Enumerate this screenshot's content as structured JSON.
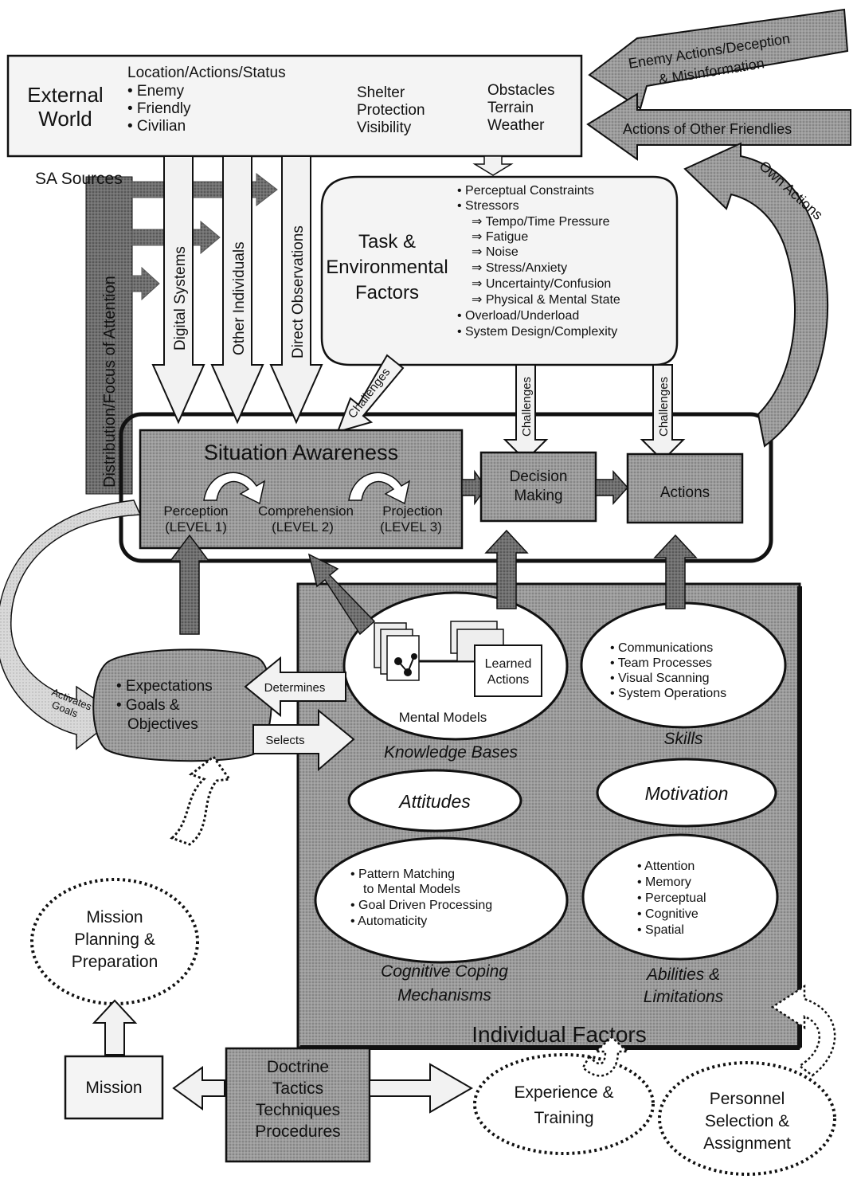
{
  "external_world": {
    "title_line1": "External",
    "title_line2": "World",
    "location_heading": "Location/Actions/Status",
    "location_items": [
      "• Enemy",
      "• Friendly",
      "• Civilian"
    ],
    "middle_items": [
      "Shelter",
      "Protection",
      "Visibility"
    ],
    "right_items": [
      "Obstacles",
      "Terrain",
      "Weather"
    ]
  },
  "sa_sources_label": "SA Sources",
  "distribution_label": "Distribution/Focus of Attention",
  "source_arrows": [
    "Digital Systems",
    "Other Individuals",
    "Direct Observations"
  ],
  "top_right_arrows": {
    "enemy_line1": "Enemy Actions/Deception",
    "enemy_line2": "& Misinformation",
    "friendlies": "Actions of Other Friendlies",
    "own": "Own Actions"
  },
  "task_env": {
    "title_lines": [
      "Task &",
      "Environmental",
      "Factors"
    ],
    "items": [
      "• Perceptual Constraints",
      "• Stressors",
      "⇒ Tempo/Time Pressure",
      "⇒ Fatigue",
      "⇒ Noise",
      "⇒ Stress/Anxiety",
      "⇒ Uncertainty/Confusion",
      "⇒ Physical & Mental State",
      "• Overload/Underload",
      "• System Design/Complexity"
    ]
  },
  "challenges_label": "Challenges",
  "situation_awareness": {
    "title": "Situation Awareness",
    "perception": "Perception",
    "level1": "(LEVEL 1)",
    "comprehension": "Comprehension",
    "level2": "(LEVEL 2)",
    "projection": "Projection",
    "level3": "(LEVEL 3)"
  },
  "decision_making": {
    "line1": "Decision",
    "line2": "Making"
  },
  "actions_label": "Actions",
  "goals": {
    "items": [
      "• Expectations",
      "• Goals &",
      "Objectives"
    ],
    "activates_line1": "Activates",
    "activates_line2": "Goals",
    "determines": "Determines",
    "selects": "Selects"
  },
  "individual_factors": {
    "title": "Individual Factors",
    "mental_models": "Mental Models",
    "learned_line1": "Learned",
    "learned_line2": "Actions",
    "knowledge_bases": "Knowledge Bases",
    "skills_items": [
      "• Communications",
      "• Team Processes",
      "• Visual Scanning",
      "• System Operations"
    ],
    "skills_label": "Skills",
    "attitudes": "Attitudes",
    "motivation": "Motivation",
    "coping_items": [
      "• Pattern Matching",
      "to Mental Models",
      "• Goal Driven Processing",
      "• Automaticity"
    ],
    "coping_label_line1": "Cognitive Coping",
    "coping_label_line2": "Mechanisms",
    "abilities_items": [
      "• Attention",
      "• Memory",
      "• Perceptual",
      "• Cognitive",
      "• Spatial"
    ],
    "abilities_label_line1": "Abilities &",
    "abilities_label_line2": "Limitations"
  },
  "mission_planning": [
    "Mission",
    "Planning &",
    "Preparation"
  ],
  "mission": "Mission",
  "doctrine": [
    "Doctrine",
    "Tactics",
    "Techniques",
    "Procedures"
  ],
  "experience": [
    "Experience &",
    "Training"
  ],
  "personnel": [
    "Personnel",
    "Selection &",
    "Assignment"
  ]
}
